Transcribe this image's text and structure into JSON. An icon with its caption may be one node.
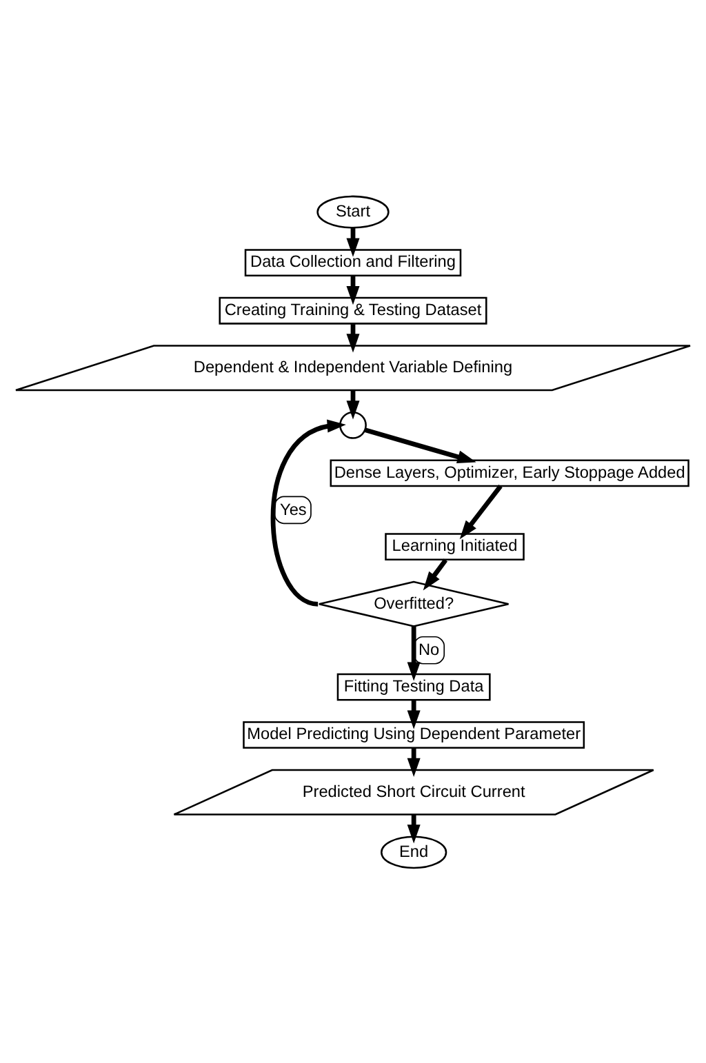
{
  "diagram": {
    "nodes": [
      {
        "text": [
          "Start"
        ]
      },
      {
        "text": [
          "Data Collection and Filtering"
        ]
      },
      {
        "text": [
          "Creating Training & Testing Dataset"
        ]
      },
      {
        "text": [
          "Dependent & Independent Variable Defining"
        ]
      },
      {
        "text": [],
        "shape": "circle"
      },
      {
        "text": [
          "Dense Layers, Optimizer, Early Stoppage Added"
        ]
      },
      {
        "text": [
          "Learning Initiated"
        ]
      },
      {
        "text": [
          "Overfitted?"
        ]
      },
      {
        "text": [
          "Fitting Testing Data"
        ]
      },
      {
        "text": [
          "Model Predicting Using Dependent Parameter"
        ]
      },
      {
        "text": [
          "Predicted Short Circuit Current"
        ]
      },
      {
        "text": [
          "End"
        ]
      }
    ],
    "edges": [
      {
        "from": 0,
        "to": 1,
        "arrow": "to"
      },
      {
        "from": 1,
        "to": 2,
        "arrow": "to"
      },
      {
        "from": 2,
        "to": 3,
        "arrow": "to"
      },
      {
        "from": 3,
        "to": 4,
        "arrow": "to"
      },
      {
        "from": 4,
        "to": 5,
        "arrow": "to"
      },
      {
        "from": 5,
        "to": 6,
        "arrow": "to"
      },
      {
        "from": 6,
        "to": 7,
        "arrow": "to"
      },
      {
        "from": 7,
        "to": 4,
        "arrow": "to",
        "label": "Yes"
      },
      {
        "from": 7,
        "to": 8,
        "arrow": "to",
        "label": "No"
      },
      {
        "from": 8,
        "to": 9,
        "arrow": "to"
      },
      {
        "from": 9,
        "to": 10,
        "arrow": "to"
      },
      {
        "from": 10,
        "to": 11,
        "arrow": "to"
      }
    ]
  }
}
